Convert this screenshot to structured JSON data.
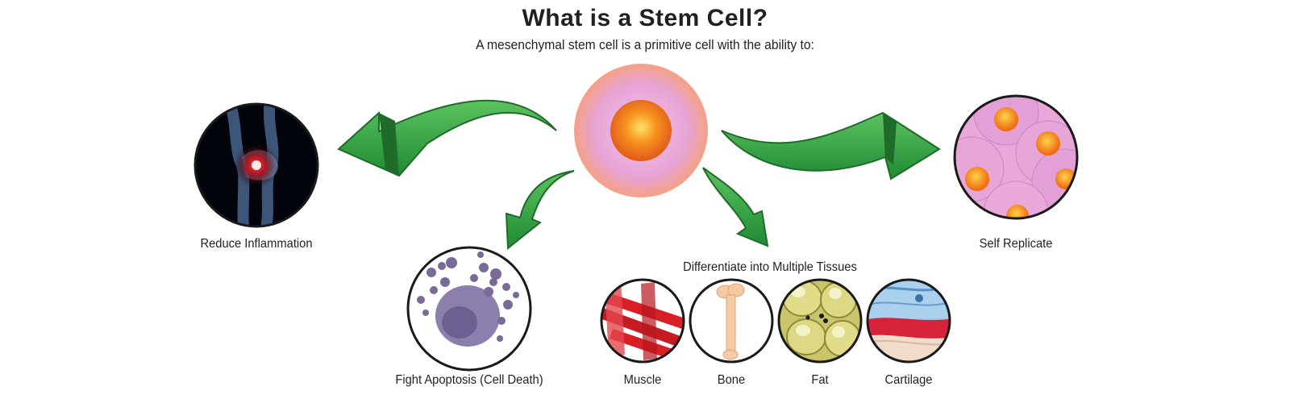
{
  "header": {
    "title": "What is a Stem Cell?",
    "subtitle": "A mesenchymal stem cell is a primitive cell with the ability to:"
  },
  "outcomes": {
    "inflammation": "Reduce Inflammation",
    "apoptosis": "Fight Apoptosis (Cell Death)",
    "differentiate": "Differentiate into Multiple Tissues",
    "replicate": "Self Replicate"
  },
  "tissues": [
    "Muscle",
    "Bone",
    "Fat",
    "Cartilage"
  ],
  "colors": {
    "arrow_green": "#2e9e3e",
    "arrow_dark": "#1f6b2a",
    "cell_pink": "#e8a8d8",
    "nucleus_orange": "#f07a1a"
  }
}
